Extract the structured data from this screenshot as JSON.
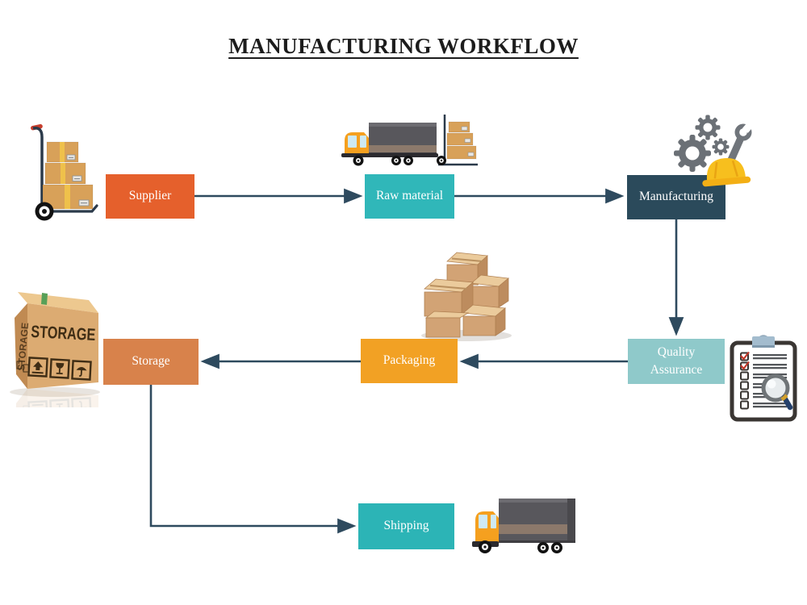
{
  "title": "MANUFACTURING WORKFLOW",
  "nodes": [
    {
      "id": "supplier",
      "label": "Supplier",
      "color": "#E5602C"
    },
    {
      "id": "raw-material",
      "label": "Raw material",
      "color": "#30B7B9"
    },
    {
      "id": "manufacturing",
      "label": "Manufacturing",
      "color": "#2B4A5B"
    },
    {
      "id": "quality-assurance",
      "label": "Quality Assurance",
      "lines": [
        "Quality",
        "Assurance"
      ],
      "color": "#8FC9CA"
    },
    {
      "id": "packaging",
      "label": "Packaging",
      "color": "#F2A124"
    },
    {
      "id": "storage",
      "label": "Storage",
      "color": "#D8824B"
    },
    {
      "id": "shipping",
      "label": "Shipping",
      "color": "#2CB4B6"
    }
  ],
  "connections": [
    {
      "from": "Supplier",
      "to": "Raw material"
    },
    {
      "from": "Raw material",
      "to": "Manufacturing"
    },
    {
      "from": "Manufacturing",
      "to": "Quality Assurance"
    },
    {
      "from": "Quality Assurance",
      "to": "Packaging"
    },
    {
      "from": "Packaging",
      "to": "Storage"
    },
    {
      "from": "Storage",
      "to": "Shipping"
    }
  ],
  "arrow_color": "#2E4A5E",
  "storage_icon": {
    "text": "STORAGE"
  },
  "icons": [
    "hand-truck-with-boxes-icon",
    "delivery-truck-with-boxes-icon",
    "gears-wrench-hardhat-icon",
    "clipboard-checklist-magnifier-icon",
    "cardboard-box-pile-icon",
    "storage-box-icon",
    "shipping-truck-icon"
  ]
}
